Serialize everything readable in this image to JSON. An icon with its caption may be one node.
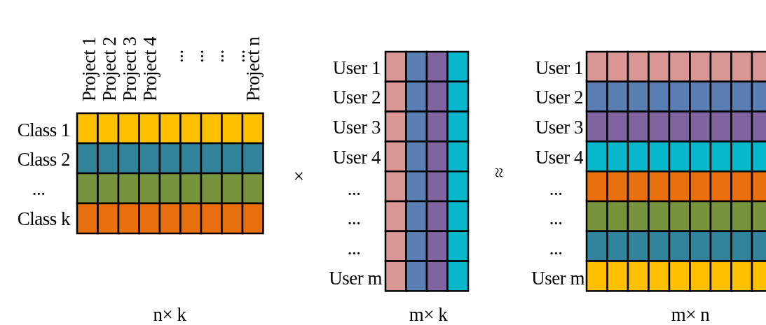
{
  "diagram": {
    "labels": [
      "Project 1",
      "Project 2",
      "Project 3",
      "Project 4",
      "...",
      "...",
      "...",
      "...",
      "Project n",
      "Class 1",
      "Class 2",
      "...",
      "Class k",
      "×",
      "User 1",
      "User 2",
      "User 3",
      "User 4",
      "...",
      "...",
      "...",
      "User m",
      "≈",
      "User 1",
      "User 2",
      "User 3",
      "User 4",
      "...",
      "...",
      "...",
      "User m",
      "n× k",
      "m× k",
      "m× n"
    ]
  }
}
